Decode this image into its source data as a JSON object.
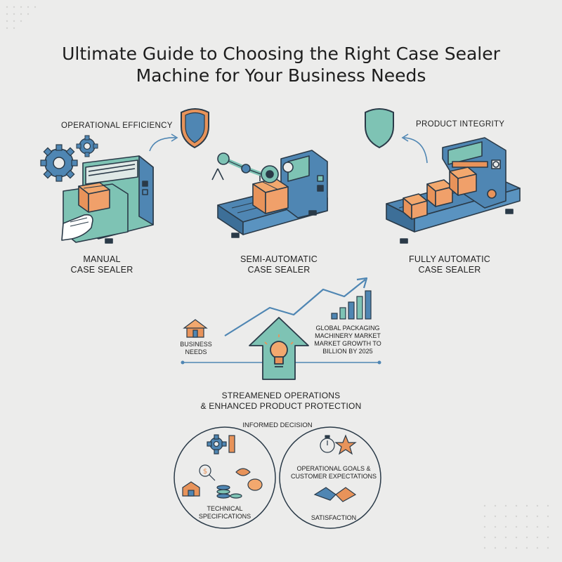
{
  "title": {
    "line1": "Ultimate Guide to Choosing the Right Case Sealer",
    "line2": "Machine for Your Business Needs"
  },
  "badges": {
    "left": "OPERATIONAL EFFICIENCY",
    "right": "PRODUCT INTEGRITY"
  },
  "machines": [
    {
      "line1": "MANUAL",
      "line2": "CASE SEALER"
    },
    {
      "line1": "SEMI-AUTOMATIC",
      "line2": "CASE SEALER"
    },
    {
      "line1": "FULLY AUTOMATIC",
      "line2": "CASE SEALER"
    }
  ],
  "growth": {
    "business_line1": "BUSINESS",
    "business_line2": "NEEDS",
    "market_line1": "GLOBAL PACKAGING",
    "market_line2": "MACHINERY MARKET",
    "market_line3": "MARKET GROWTH TO",
    "market_line4": "BILLION BY 2025",
    "outcome_line1": "STREAMENED OPERATIONS",
    "outcome_line2": "& ENHANCED PRODUCT PROTECTION"
  },
  "decision": {
    "heading": "INFORMED DECISION",
    "left_line1": "TECHNICAL",
    "left_line2": "SPECIFICATIONS",
    "right_line1": "OPERATIONAL GOALS &",
    "right_line2": "CUSTOMER EXPECTATIONS",
    "right_bottom": "SATISFACTION"
  },
  "colors": {
    "teal": "#7ec3b4",
    "blue": "#4f86b3",
    "orange": "#e8935a",
    "outline": "#2a3a48"
  }
}
